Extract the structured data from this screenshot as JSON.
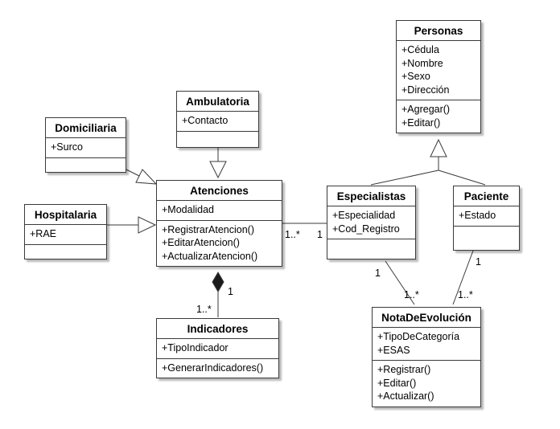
{
  "classes": {
    "personas": {
      "name": "Personas",
      "attributes": [
        "+Cédula",
        "+Nombre",
        "+Sexo",
        "+Dirección"
      ],
      "operations": [
        "+Agregar()",
        "+Editar()"
      ]
    },
    "ambulatoria": {
      "name": "Ambulatoria",
      "attributes": [
        "+Contacto"
      ],
      "operations": []
    },
    "domiciliaria": {
      "name": "Domiciliaria",
      "attributes": [
        "+Surco"
      ],
      "operations": []
    },
    "hospitalaria": {
      "name": "Hospitalaria",
      "attributes": [
        "+RAE"
      ],
      "operations": []
    },
    "atenciones": {
      "name": "Atenciones",
      "attributes": [
        "+Modalidad"
      ],
      "operations": [
        "+RegistrarAtencion()",
        "+EditarAtencion()",
        "+ActualizarAtencion()"
      ]
    },
    "especialistas": {
      "name": "Especialistas",
      "attributes": [
        "+Especialidad",
        "+Cod_Registro"
      ],
      "operations": []
    },
    "paciente": {
      "name": "Paciente",
      "attributes": [
        "+Estado"
      ],
      "operations": []
    },
    "indicadores": {
      "name": "Indicadores",
      "attributes": [
        "+TipoIndicador"
      ],
      "operations": [
        "+GenerarIndicadores()"
      ]
    },
    "notadeevolucion": {
      "name": "NotaDeEvolución",
      "attributes": [
        "+TipoDeCategoría",
        "+ESAS"
      ],
      "operations": [
        "+Registrar()",
        "+Editar()",
        "+Actualizar()"
      ]
    }
  },
  "multiplicities": {
    "atenciones_especialistas_atenciones": "1..*",
    "atenciones_especialistas_especialistas": "1",
    "atenciones_indicadores_atenciones": "1",
    "atenciones_indicadores_indicadores": "1..*",
    "especialistas_nota_especialistas": "1",
    "especialistas_nota_nota": "1..*",
    "paciente_nota_paciente": "1",
    "paciente_nota_nota": "1..*"
  },
  "colors": {
    "line": "#3a3a3a",
    "box_fill": "#ffffff",
    "shadow": "#b0b0b0"
  }
}
